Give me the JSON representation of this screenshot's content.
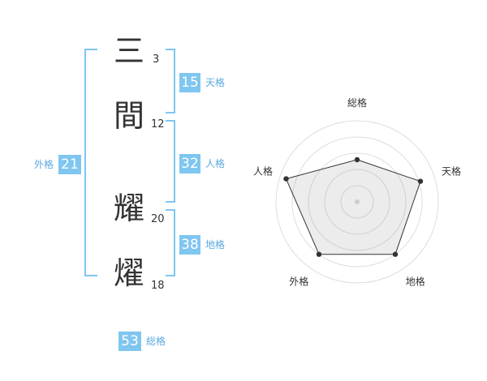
{
  "name_chars": [
    {
      "char": "三",
      "strokes": "3"
    },
    {
      "char": "間",
      "strokes": "12"
    },
    {
      "char": "耀",
      "strokes": "20"
    },
    {
      "char": "燿",
      "strokes": "18"
    }
  ],
  "fortunes": {
    "tenkaku": {
      "value": "15",
      "label": "天格"
    },
    "jinkaku": {
      "value": "32",
      "label": "人格"
    },
    "chikaku": {
      "value": "38",
      "label": "地格"
    },
    "gaikaku": {
      "value": "21",
      "label": "外格"
    },
    "soukaku": {
      "value": "53",
      "label": "総格"
    }
  },
  "radar": {
    "axes": [
      "総格",
      "天格",
      "地格",
      "外格",
      "人格"
    ],
    "levels": 5,
    "values": [
      2.6,
      4.1,
      4.0,
      4.0,
      4.6
    ],
    "max": 5
  }
}
